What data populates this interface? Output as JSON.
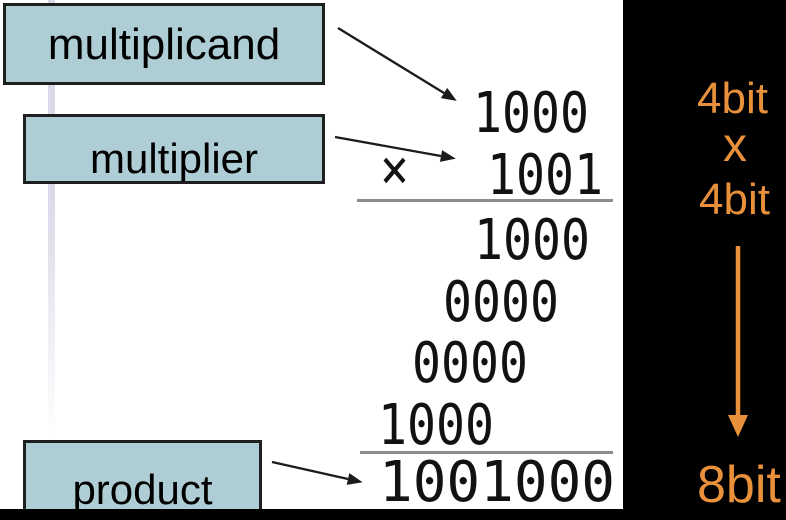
{
  "boxes": {
    "multiplicand": "multiplicand",
    "multiplier": "multiplier",
    "product": "product"
  },
  "multiplication": {
    "multiplicand": "1000",
    "operator": "×",
    "multiplier": "1001",
    "partial_products": [
      "1000",
      "0000",
      "0000",
      "1000"
    ],
    "product": "1001000"
  },
  "bit_width_annotation": {
    "operand_width_top": "4bit",
    "operator": "x",
    "operand_width_bottom": "4bit",
    "result_width": "8bit"
  },
  "icons": {
    "multiplicand_arrow": "arrow-down-right",
    "multiplier_arrow": "arrow-right",
    "product_arrow": "arrow-right",
    "bit_growth_arrow": "arrow-down"
  },
  "colors": {
    "box_fill": "#aecdd5",
    "box_border": "#1f1f1f",
    "accent_orange": "#e8913a",
    "panel_background": "#000000",
    "rule_gray": "#8c8c8c",
    "connector_lavender": "#dadae9"
  }
}
